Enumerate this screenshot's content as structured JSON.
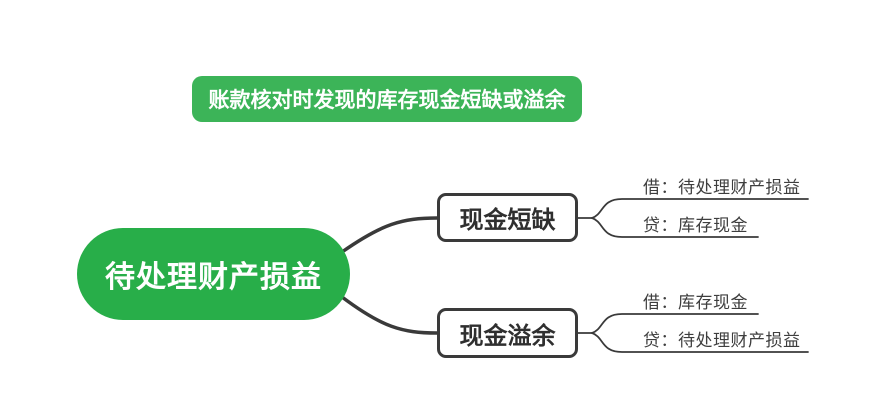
{
  "banner": {
    "label": "账款核对时发现的库存现金短缺或溢余"
  },
  "root": {
    "label": "待处理财产损益"
  },
  "branches": [
    {
      "label": "现金短缺",
      "entries": [
        {
          "text": "借：待处理财产损益"
        },
        {
          "text": "贷：库存现金"
        }
      ]
    },
    {
      "label": "现金溢余",
      "entries": [
        {
          "text": "借：库存现金"
        },
        {
          "text": "贷：待处理财产损益"
        }
      ]
    }
  ],
  "colors": {
    "banner_green": "#3cb458",
    "root_green": "#28ae49",
    "line_dark": "#3a3a3a",
    "text_dark": "#2f2f2f",
    "background": "#ffffff"
  }
}
